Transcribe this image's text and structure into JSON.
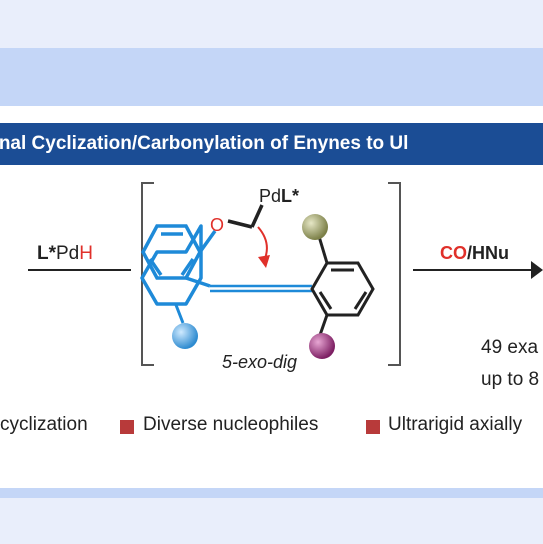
{
  "title": "ntional Cyclization/Carbonylation of Enynes to Ul",
  "reagent_left": {
    "ligand": "L*",
    "metal": "Pd",
    "hydride": "H"
  },
  "intermediate": {
    "metal": "Pd",
    "ligand": "L*",
    "label": "5-exo-dig"
  },
  "reagent_right": {
    "co": "CO",
    "sep": "/",
    "nucleophile": "HNu"
  },
  "results": [
    "49 exa",
    "up to 8"
  ],
  "features": [
    "cyclization",
    "Diverse nucleophiles",
    "Ultrarigid axially"
  ],
  "colors": {
    "title_bar": "#1b4d95",
    "ring_bonds": "#1e8ad8",
    "alkyne": "#1e8ad8",
    "arrow_red": "#e0302a",
    "hydride_red": "#e0302a",
    "sphere_blue": "#4aa7e0",
    "sphere_olive": "#8a8f58",
    "sphere_purple": "#8a2a6e",
    "bullet": "#b83a3a"
  }
}
